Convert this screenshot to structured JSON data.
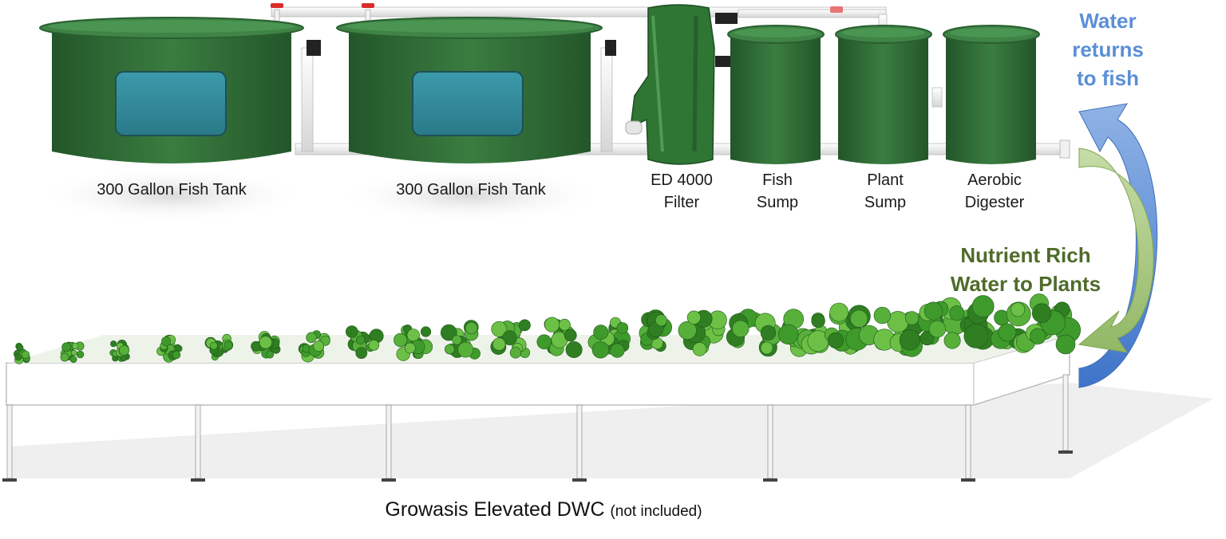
{
  "labels": {
    "fish_tank_1": "300 Gallon Fish Tank",
    "fish_tank_2": "300 Gallon Fish Tank",
    "filter": [
      "ED 4000",
      "Filter"
    ],
    "fish_sump": [
      "Fish",
      "Sump"
    ],
    "plant_sump": [
      "Plant",
      "Sump"
    ],
    "digester": [
      "Aerobic",
      "Digester"
    ]
  },
  "flows": {
    "water_return": [
      "Water",
      "returns",
      "to fish"
    ],
    "nutrient": [
      "Nutrient Rich",
      "Water to Plants"
    ]
  },
  "caption": {
    "main": "Growasis Elevated DWC",
    "note": "(not included)"
  },
  "colors": {
    "tank_green": "#2e6b35",
    "tank_rim": "#3f8446",
    "window_blue": "#2f8a9a",
    "water_arrow": "#5b8fd6",
    "nutrient_arrow": "#a6c77d",
    "water_text": "#5b8fd6",
    "nutrient_text": "#4f6b2a",
    "plant_green": "#3f9a2c"
  }
}
